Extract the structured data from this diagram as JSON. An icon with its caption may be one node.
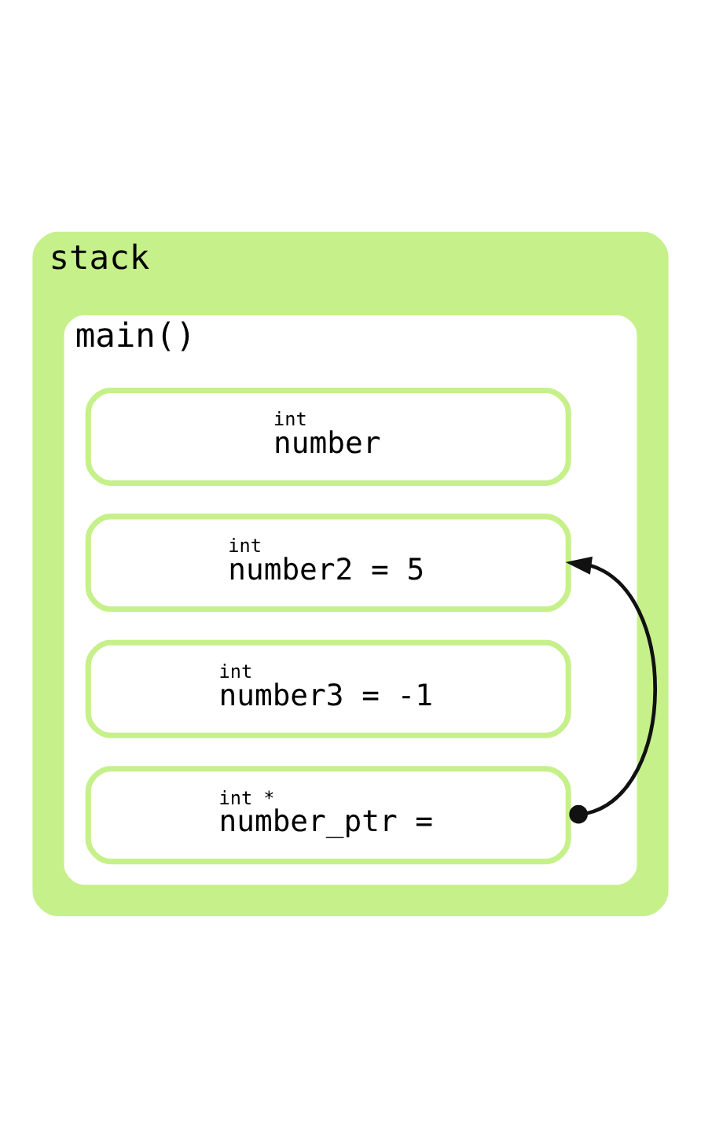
{
  "diagram": {
    "nodes": [
      {
        "text": [
          "stack"
        ]
      },
      {
        "text": [
          "main()"
        ],
        "in": 0
      },
      {
        "text": [
          "int",
          "number"
        ],
        "in": 1
      },
      {
        "text": [
          "int",
          "number2 = 5"
        ],
        "in": 1
      },
      {
        "text": [
          "int",
          "number3 = -1"
        ],
        "in": 1
      },
      {
        "text": [
          "int *",
          "number_ptr ="
        ],
        "in": 1
      }
    ],
    "edges": [
      {
        "from": 5,
        "to": 3,
        "arrow": "to"
      }
    ]
  }
}
